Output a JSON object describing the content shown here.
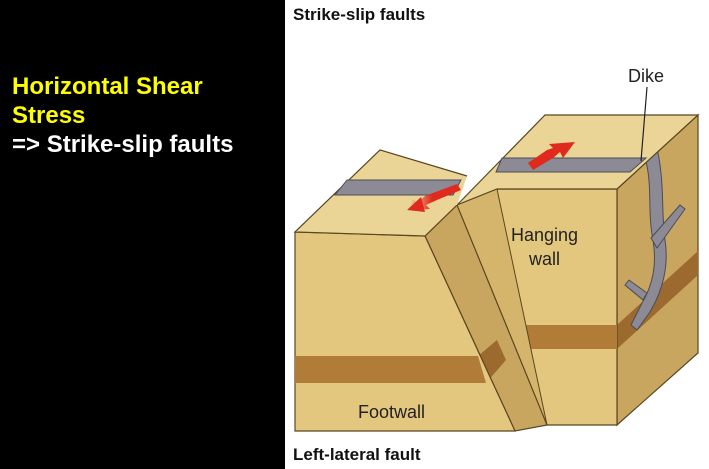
{
  "left_panel": {
    "title_line1": "Horizontal Shear",
    "title_line2": "Stress",
    "subtitle": "=> Strike-slip faults"
  },
  "figure": {
    "top_caption": "Strike-slip faults",
    "bottom_caption": "Left-lateral fault",
    "labels": {
      "dike": "Dike",
      "hanging_wall_line1": "Hanging",
      "hanging_wall_line2": "wall",
      "footwall": "Footwall"
    }
  },
  "colors": {
    "background": "#000000",
    "title_yellow": "#ffff00",
    "subtitle_white": "#ffffff",
    "rock_top": "#ead596",
    "rock_front": "#e3c77e",
    "rock_side": "#c9a660",
    "stripe": "#b07c38",
    "dike": "#8b8a95",
    "arrow": "#e02a1e"
  }
}
